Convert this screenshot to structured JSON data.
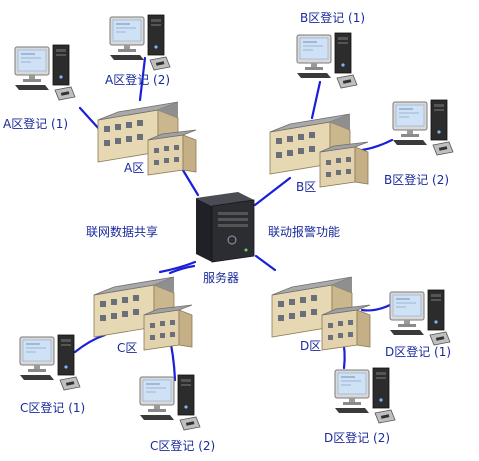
{
  "nodes": {
    "server": {
      "label": "服务器"
    },
    "zones": {
      "A": {
        "label": "A区",
        "terminals": [
          "A区登记 (1)",
          "A区登记 (2)"
        ]
      },
      "B": {
        "label": "B区",
        "terminals": [
          "B区登记 (1)",
          "B区登记 (2)"
        ]
      },
      "C": {
        "label": "C区",
        "terminals": [
          "C区登记 (1)",
          "C区登记 (2)"
        ]
      },
      "D": {
        "label": "D区",
        "terminals": [
          "D区登记 (1)",
          "D区登记 (2)"
        ]
      }
    }
  },
  "annotations": {
    "left": "联网数据共享",
    "right": "联动报警功能"
  },
  "colors": {
    "link": "#1a1fd8",
    "text": "#1a2a9c",
    "building_wall": "#e7d8b4",
    "building_roof": "#a9a9a9",
    "server_body": "#2b2d33",
    "monitor_screen": "#cfe1f5",
    "pc_tower": "#2c2c2c"
  }
}
